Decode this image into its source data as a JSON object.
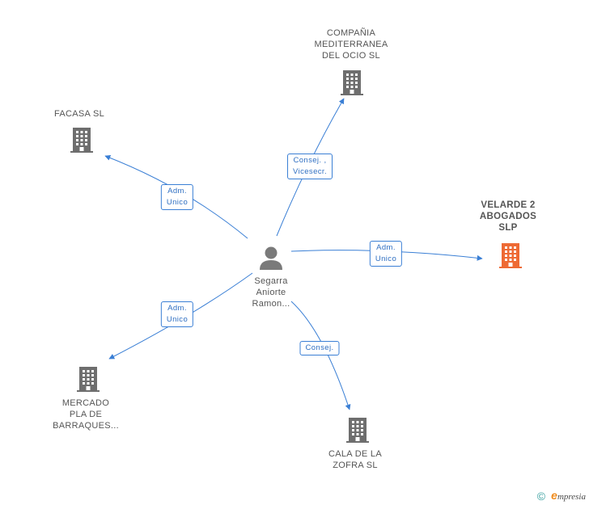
{
  "center": {
    "label_lines": [
      "Segarra",
      "Aniorte",
      "Ramon..."
    ],
    "icon": "person-icon"
  },
  "companies": [
    {
      "id": "compania",
      "label_lines": [
        "COMPAÑIA",
        "MEDITERRANEA",
        "DEL OCIO SL"
      ],
      "icon": "building-icon",
      "color": "#6e6e6e"
    },
    {
      "id": "facasa",
      "label_lines": [
        "FACASA SL"
      ],
      "icon": "building-icon",
      "color": "#6e6e6e"
    },
    {
      "id": "velarde",
      "label_lines": [
        "VELARDE 2",
        "ABOGADOS",
        "SLP"
      ],
      "icon": "building-icon",
      "color": "#ee6a34"
    },
    {
      "id": "mercado",
      "label_lines": [
        "MERCADO",
        "PLA DE",
        "BARRAQUES..."
      ],
      "icon": "building-icon",
      "color": "#6e6e6e"
    },
    {
      "id": "cala",
      "label_lines": [
        "CALA DE LA",
        "ZOFRA SL"
      ],
      "icon": "building-icon",
      "color": "#6e6e6e"
    }
  ],
  "relations": [
    {
      "target": "compania",
      "label_lines": [
        "Consej. ,",
        "Vicesecr."
      ]
    },
    {
      "target": "facasa",
      "label_lines": [
        "Adm.",
        "Unico"
      ]
    },
    {
      "target": "velarde",
      "label_lines": [
        "Adm.",
        "Unico"
      ]
    },
    {
      "target": "mercado",
      "label_lines": [
        "Adm.",
        "Unico"
      ]
    },
    {
      "target": "cala",
      "label_lines": [
        "Consej."
      ]
    }
  ],
  "colors": {
    "edge": "#3a7fd5",
    "person": "#7a7a7a",
    "highlight": "#ee6a34"
  },
  "footer": {
    "copyright": "©",
    "brand_first": "e",
    "brand_rest": "mpresia"
  }
}
